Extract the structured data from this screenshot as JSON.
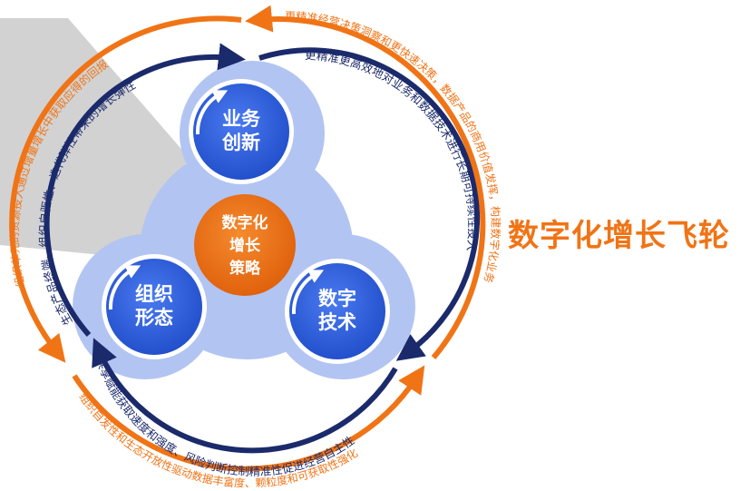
{
  "diagram": {
    "title": "数字化增长飞轮",
    "center": {
      "lines": [
        "数字化",
        "增长",
        "策略"
      ]
    },
    "nodes": [
      {
        "id": "business",
        "lines": [
          "业务",
          "创新"
        ]
      },
      {
        "id": "tech",
        "lines": [
          "数字",
          "技术"
        ]
      },
      {
        "id": "org",
        "lines": [
          "组织",
          "形态"
        ]
      }
    ],
    "inner_ring_labels": [
      "更精准更高效地对业务和数据技术进行长期可持续性投入",
      "共享赋能获取速度和强度、风险判断控制精准性促进经营自主性",
      "生态产品终端、组织自驱性、迭代弹性带来的增长弹性"
    ],
    "outer_ring_labels": [
      "更精准经营决策洞察和更快速决策，数据产品的商用价值发挥，构建数字化业务",
      "组织自发性和生态开放性驱动数据丰富度、颗粒度和可获取性强化",
      "组织单元的资源投入通过增量增长中获取应得的回报"
    ],
    "colors": {
      "orange": "#f07416",
      "navy": "#1b2a6b",
      "blue": "#2f62e0",
      "lobe": "#b2c4f2",
      "grey": "#d2d2d2"
    }
  }
}
